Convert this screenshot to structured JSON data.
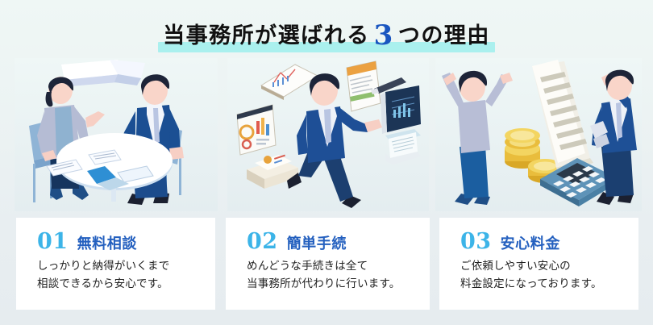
{
  "heading": {
    "text_before": "当事務所が選ばれる",
    "number": "3",
    "text_after": "つの理由",
    "highlight_color": "#aaf0ee",
    "number_color": "#1a56c0"
  },
  "illustrations": [
    {
      "name": "consultation-illustration",
      "alt": "二人が丸テーブルで相談している様子",
      "elements": [
        "speech-bubble",
        "woman-consultant",
        "man-client",
        "round-table",
        "documents",
        "laptop",
        "chairs"
      ]
    },
    {
      "name": "procedures-illustration",
      "alt": "走るビジネスマンと書類・データの図",
      "elements": [
        "running-businessman",
        "dashboard-screen",
        "document-with-pen",
        "chart-board",
        "document-tray",
        "folder-stack",
        "notebook-chart"
      ]
    },
    {
      "name": "pricing-illustration",
      "alt": "書類・電卓・コインと喜ぶ二人",
      "elements": [
        "cheering-woman",
        "coin-stacks",
        "large-document",
        "calculator",
        "pointing-man"
      ]
    }
  ],
  "cards": [
    {
      "number": "01",
      "title": "無料相談",
      "body_line1": "しっかりと納得がいくまで",
      "body_line2": "相談できるから安心です。"
    },
    {
      "number": "02",
      "title": "簡単手続",
      "body_line1": "めんどうな手続きは全て",
      "body_line2": "当事務所が代わりに行います。"
    },
    {
      "number": "03",
      "title": "安心料金",
      "body_line1": "ご依頼しやすい安心の",
      "body_line2": "料金設定になっております。"
    }
  ],
  "theme": {
    "background_top": "#eff7f5",
    "background_bottom": "#e6ecef",
    "card_background": "#ffffff",
    "number_color": "#3cb4e8",
    "card_title_color": "#2460bf",
    "body_text_color": "#212121"
  }
}
